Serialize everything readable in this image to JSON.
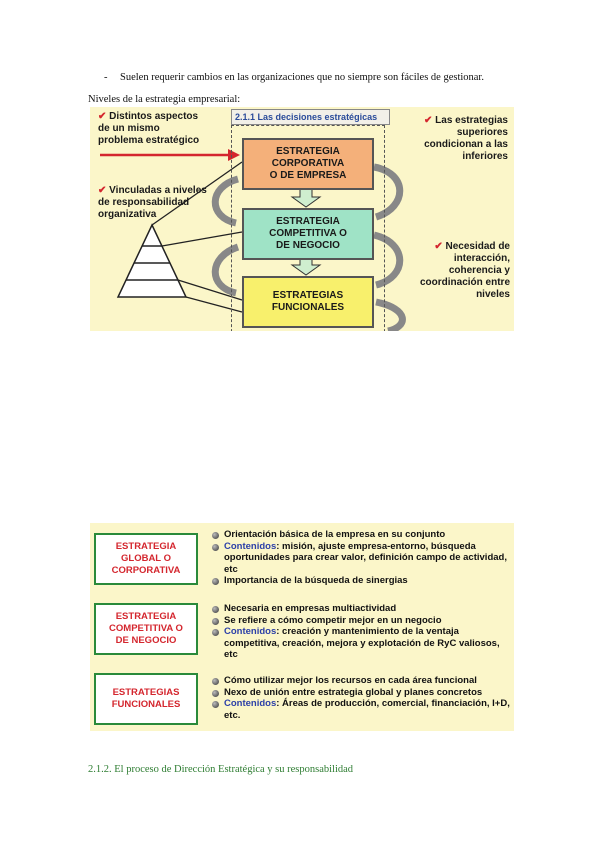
{
  "bullet": {
    "dash": "-",
    "text": "Suelen requerir cambios en las organizaciones que no siempre son fáciles de gestionar."
  },
  "levels_label": "Niveles de la estrategia empresarial:",
  "figure1": {
    "title": "2.1.1 Las decisiones estratégicas",
    "check_mark": "✔",
    "notes": {
      "top_left": [
        "Distintos aspectos",
        "de un mismo",
        "problema estratégico"
      ],
      "mid_left": [
        "Vinculadas a niveles",
        "de responsabilidad",
        "organizativa"
      ],
      "top_right": [
        "Las estrategias",
        "superiores",
        "condicionan a las",
        "inferiores"
      ],
      "bottom_right": [
        "Necesidad de",
        "interacción,",
        "coherencia y",
        "coordinación entre",
        "niveles"
      ]
    },
    "boxes": [
      [
        "ESTRATEGIA",
        "CORPORATIVA",
        "O DE EMPRESA"
      ],
      [
        "ESTRATEGIA",
        "COMPETITIVA O",
        "DE NEGOCIO"
      ],
      [
        "ESTRATEGIAS",
        "FUNCIONALES"
      ]
    ],
    "colors": {
      "corporate": "#f4b07a",
      "competitive": "#9fe3c6",
      "functional": "#f8f06c",
      "accent_red": "#d4262e"
    }
  },
  "figure2": {
    "rows": [
      {
        "label": [
          "ESTRATEGIA",
          "GLOBAL O",
          "CORPORATIVA"
        ],
        "items": [
          {
            "kw": "",
            "text": "Orientación básica de la empresa en su conjunto"
          },
          {
            "kw": "Contenidos",
            "text": ": misión, ajuste empresa-entorno, búsqueda oportunidades para crear valor, definición campo de actividad, etc"
          },
          {
            "kw": "",
            "text": "Importancia de la búsqueda de sinergias"
          }
        ]
      },
      {
        "label": [
          "ESTRATEGIA",
          "COMPETITIVA O",
          "DE NEGOCIO"
        ],
        "items": [
          {
            "kw": "",
            "text": "Necesaria en empresas multiactividad"
          },
          {
            "kw": "",
            "text": "Se refiere a cómo competir mejor en un negocio"
          },
          {
            "kw": "Contenidos",
            "text": ": creación y mantenimiento de la ventaja competitiva, creación, mejora y explotación de RyC valiosos, etc"
          }
        ]
      },
      {
        "label": [
          "ESTRATEGIAS",
          "FUNCIONALES"
        ],
        "items": [
          {
            "kw": "",
            "text": "Cómo utilizar mejor los recursos en cada área funcional"
          },
          {
            "kw": "",
            "text": "Nexo de unión entre estrategia global y planes concretos"
          },
          {
            "kw": "Contenidos",
            "text": ": Áreas de producción, comercial, financiación, I+D, etc."
          }
        ]
      }
    ]
  },
  "section_heading": "2.1.2. El proceso de Dirección Estratégica y su responsabilidad"
}
